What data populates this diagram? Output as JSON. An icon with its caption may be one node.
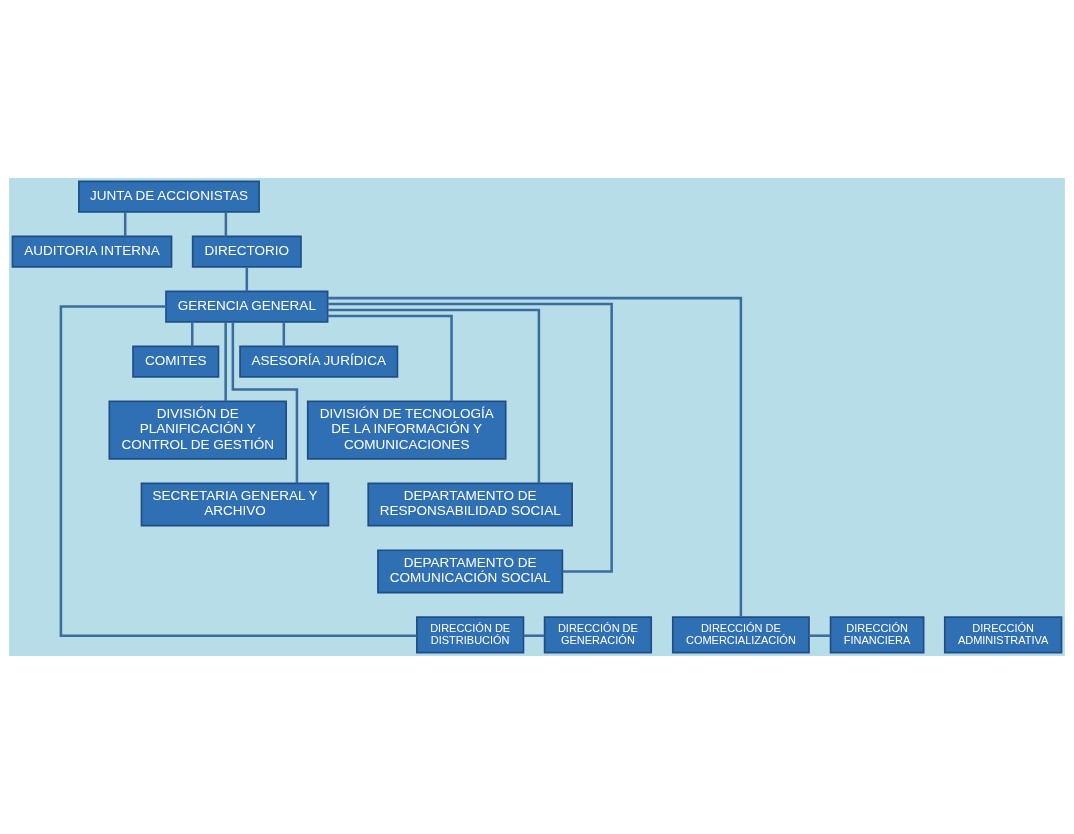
{
  "diagram": {
    "nodes": [
      {
        "text": [
          "JUNTA DE ACCIONISTAS"
        ]
      },
      {
        "text": [
          "AUDITORIA INTERNA"
        ]
      },
      {
        "text": [
          "DIRECTORIO"
        ]
      },
      {
        "text": [
          "GERENCIA GENERAL"
        ]
      },
      {
        "text": [
          "COMITES"
        ]
      },
      {
        "text": [
          "ASESORÍA JURÍDICA"
        ]
      },
      {
        "text": [
          "DIVISIÓN DE TECNOLOGÍA DE LA INFORMACIÓN Y COMUNICACIONES"
        ]
      },
      {
        "text": [
          "DIVISIÓN DE PLANIFICACIÓN Y CONTROL DE GESTIÓN"
        ]
      },
      {
        "text": [
          "DEPARTAMENTO DE RESPONSABILIDAD SOCIAL"
        ]
      },
      {
        "text": [
          "SECRETARIA GENERAL Y ARCHIVO"
        ]
      },
      {
        "text": [
          "DEPARTAMENTO DE COMUNICACIÓN SOCIAL"
        ]
      },
      {
        "text": [
          "DIRECCIÓN DE GENERACIÓN"
        ]
      },
      {
        "text": [
          "DIRECCIÓN DE DISTRIBUCIÓN"
        ]
      },
      {
        "text": [
          "DIRECCIÓN DE COMERCIALIZACIÓN"
        ]
      },
      {
        "text": [
          "DIRECCIÓN FINANCIERA"
        ]
      },
      {
        "text": [
          "DIRECCIÓN ADMINISTRATIVA"
        ]
      }
    ],
    "edges": [
      {
        "from": 0,
        "to": 1,
        "arrow": "none"
      },
      {
        "from": 0,
        "to": 2,
        "arrow": "none"
      },
      {
        "from": 2,
        "to": 3,
        "arrow": "none"
      },
      {
        "from": 3,
        "to": 4,
        "arrow": "none"
      },
      {
        "from": 3,
        "to": 5,
        "arrow": "none"
      },
      {
        "from": 3,
        "to": 6,
        "arrow": "none"
      },
      {
        "from": 3,
        "to": 7,
        "arrow": "none"
      },
      {
        "from": 3,
        "to": 8,
        "arrow": "none"
      },
      {
        "from": 3,
        "to": 9,
        "arrow": "none"
      },
      {
        "from": 3,
        "to": 10,
        "arrow": "none"
      },
      {
        "from": 3,
        "to": 12,
        "arrow": "none"
      },
      {
        "from": 3,
        "to": 13,
        "arrow": "none"
      },
      {
        "from": 12,
        "to": 11,
        "arrow": "none"
      },
      {
        "from": 13,
        "to": 14,
        "arrow": "none"
      }
    ]
  }
}
